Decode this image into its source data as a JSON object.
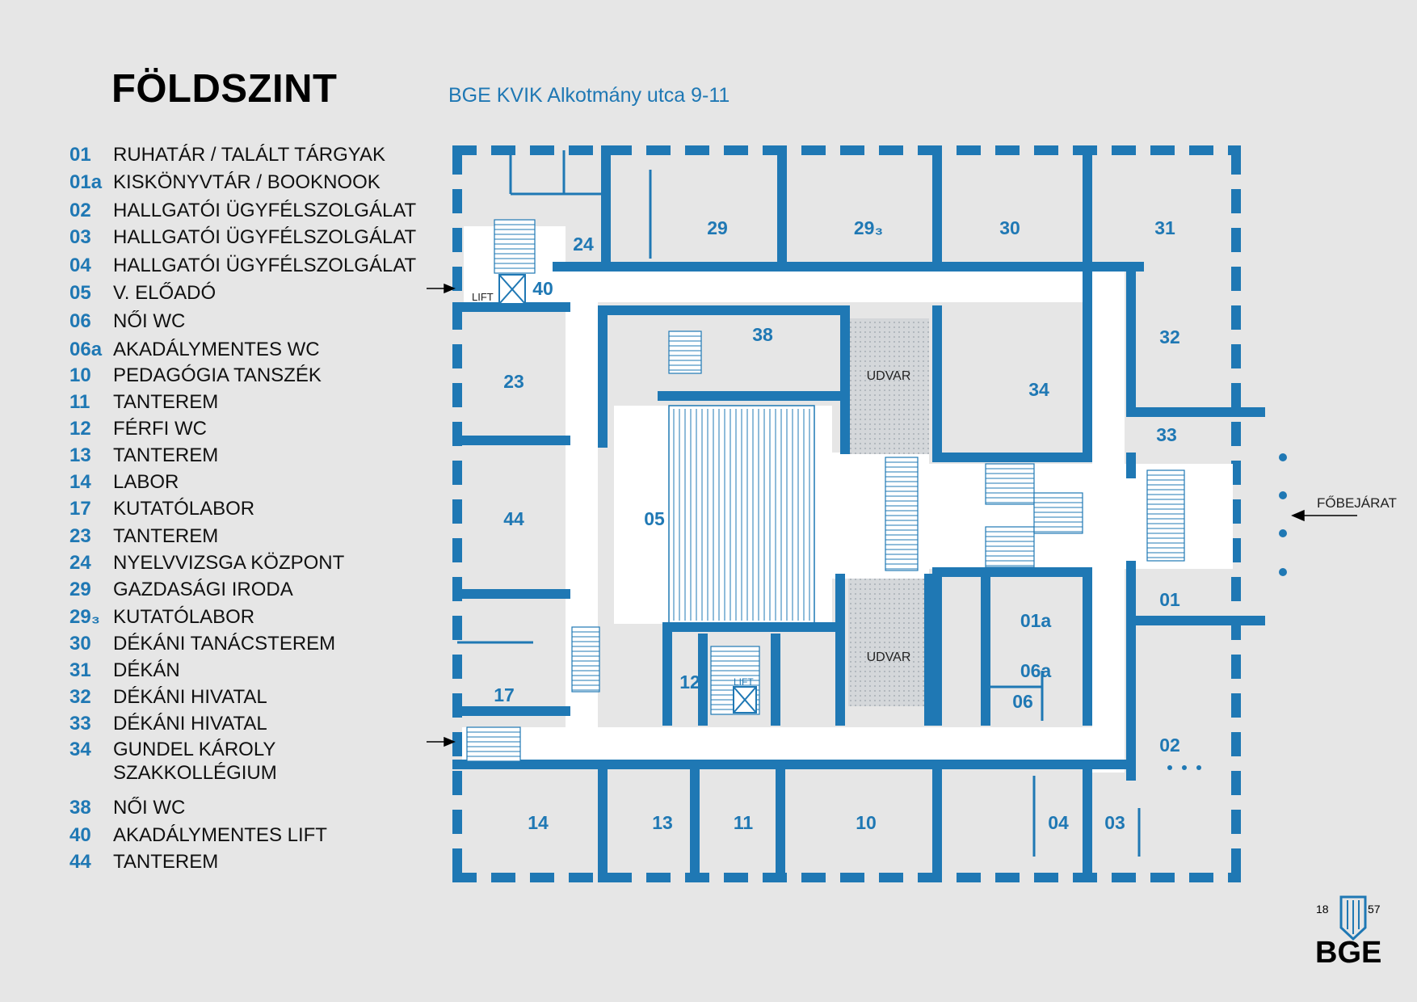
{
  "title": "FÖLDSZINT",
  "subtitle": "BGE KVIK Alkotmány utca 9-11",
  "legend": [
    {
      "code": "01",
      "name": "RUHATÁR / TALÁLT TÁRGYAK"
    },
    {
      "code": "01a",
      "name": "KISKÖNYVTÁR / BOOKNOOK"
    },
    {
      "code": "02",
      "name": "HALLGATÓI ÜGYFÉLSZOLGÁLAT"
    },
    {
      "code": "03",
      "name": "HALLGATÓI ÜGYFÉLSZOLGÁLAT"
    },
    {
      "code": "04",
      "name": "HALLGATÓI ÜGYFÉLSZOLGÁLAT"
    },
    {
      "code": "05",
      "name": "V. ELŐADÓ"
    },
    {
      "code": "06",
      "name": "NŐI WC"
    },
    {
      "code": "06a",
      "name": "AKADÁLYMENTES WC"
    },
    {
      "code": "10",
      "name": "PEDAGÓGIA TANSZÉK"
    },
    {
      "code": "11",
      "name": "TANTEREM"
    },
    {
      "code": "12",
      "name": "FÉRFI WC"
    },
    {
      "code": "13",
      "name": "TANTEREM"
    },
    {
      "code": "14",
      "name": "LABOR"
    },
    {
      "code": "17",
      "name": "KUTATÓLABOR"
    },
    {
      "code": "23",
      "name": "TANTEREM"
    },
    {
      "code": "24",
      "name": "NYELVVIZSGA KÖZPONT"
    },
    {
      "code": "29",
      "name": "GAZDASÁGI IRODA"
    },
    {
      "code": "29₃",
      "name": "KUTATÓLABOR"
    },
    {
      "code": "30",
      "name": "DÉKÁNI TANÁCSTEREM"
    },
    {
      "code": "31",
      "name": "DÉKÁN"
    },
    {
      "code": "32",
      "name": "DÉKÁNI HIVATAL"
    },
    {
      "code": "33",
      "name": "DÉKÁNI HIVATAL"
    },
    {
      "code": "34",
      "name": "GUNDEL KÁROLY"
    },
    {
      "code": "",
      "name": "SZAKKOLLÉGIUM"
    },
    {
      "code": "38",
      "name": "NŐI WC"
    },
    {
      "code": "40",
      "name": "AKADÁLYMENTES LIFT"
    },
    {
      "code": "44",
      "name": "TANTEREM"
    }
  ],
  "map": {
    "rooms": [
      {
        "label": "29"
      },
      {
        "label": "29₃"
      },
      {
        "label": "30"
      },
      {
        "label": "31"
      },
      {
        "label": "24"
      },
      {
        "label": "40"
      },
      {
        "label": "23"
      },
      {
        "label": "38"
      },
      {
        "label": "34"
      },
      {
        "label": "32"
      },
      {
        "label": "33"
      },
      {
        "label": "44"
      },
      {
        "label": "05"
      },
      {
        "label": "01"
      },
      {
        "label": "01a"
      },
      {
        "label": "06a"
      },
      {
        "label": "06"
      },
      {
        "label": "12"
      },
      {
        "label": "17"
      },
      {
        "label": "02"
      },
      {
        "label": "14"
      },
      {
        "label": "13"
      },
      {
        "label": "11"
      },
      {
        "label": "10"
      },
      {
        "label": "04"
      },
      {
        "label": "03"
      }
    ],
    "courtyard_label": "UDVAR",
    "lift_label": "LIFT",
    "main_entrance": "FŐBEJÁRAT"
  },
  "logo": {
    "year_left": "18",
    "year_right": "57",
    "wordmark": "BGE"
  },
  "colors": {
    "wall": "#1f78b4",
    "corridor": "#ffffff",
    "background": "#e6e6e6",
    "courtyard": "#cfd3d6",
    "label": "#1f78b4"
  }
}
